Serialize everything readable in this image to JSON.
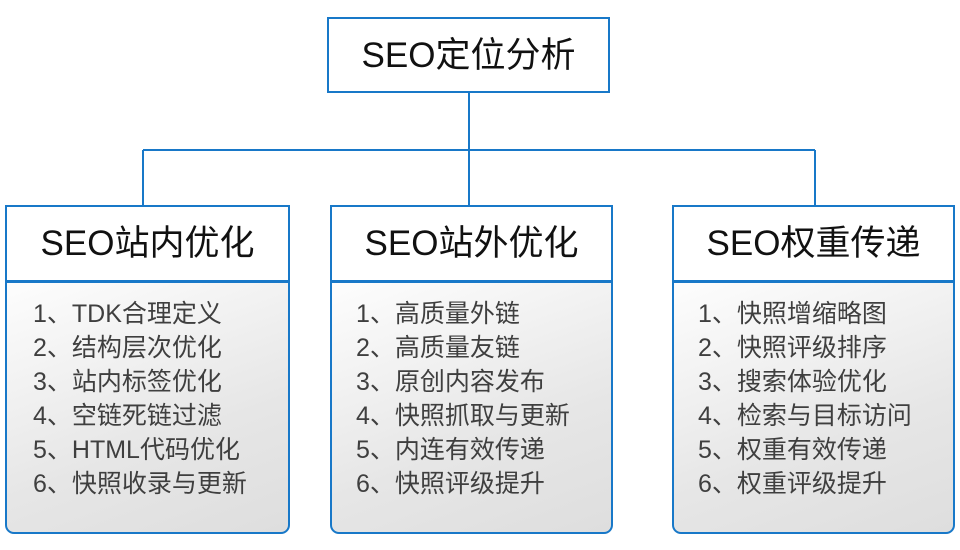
{
  "diagram": {
    "type": "org-tree",
    "root": {
      "title": "SEO定位分析"
    },
    "branches": [
      {
        "title": "SEO站内优化",
        "items": [
          "1、TDK合理定义",
          "2、结构层次优化",
          "3、站内标签优化",
          "4、空链死链过滤",
          "5、HTML代码优化",
          "6、快照收录与更新"
        ]
      },
      {
        "title": "SEO站外优化",
        "items": [
          "1、高质量外链",
          "2、高质量友链",
          "3、原创内容发布",
          "4、快照抓取与更新",
          "5、内连有效传递",
          "6、快照评级提升"
        ]
      },
      {
        "title": "SEO权重传递",
        "items": [
          "1、快照增缩略图",
          "2、快照评级排序",
          "3、搜索体验优化",
          "4、检索与目标访问",
          "5、权重有效传递",
          "6、权重评级提升"
        ]
      }
    ],
    "colors": {
      "border": "#1878c8",
      "title_text": "#111111",
      "item_text": "#3f3f3f",
      "header_fill": "#ffffff",
      "body_fill_top": "#fdfdfd",
      "body_fill_bottom": "#dedede",
      "page_background": "#ffffff"
    }
  }
}
